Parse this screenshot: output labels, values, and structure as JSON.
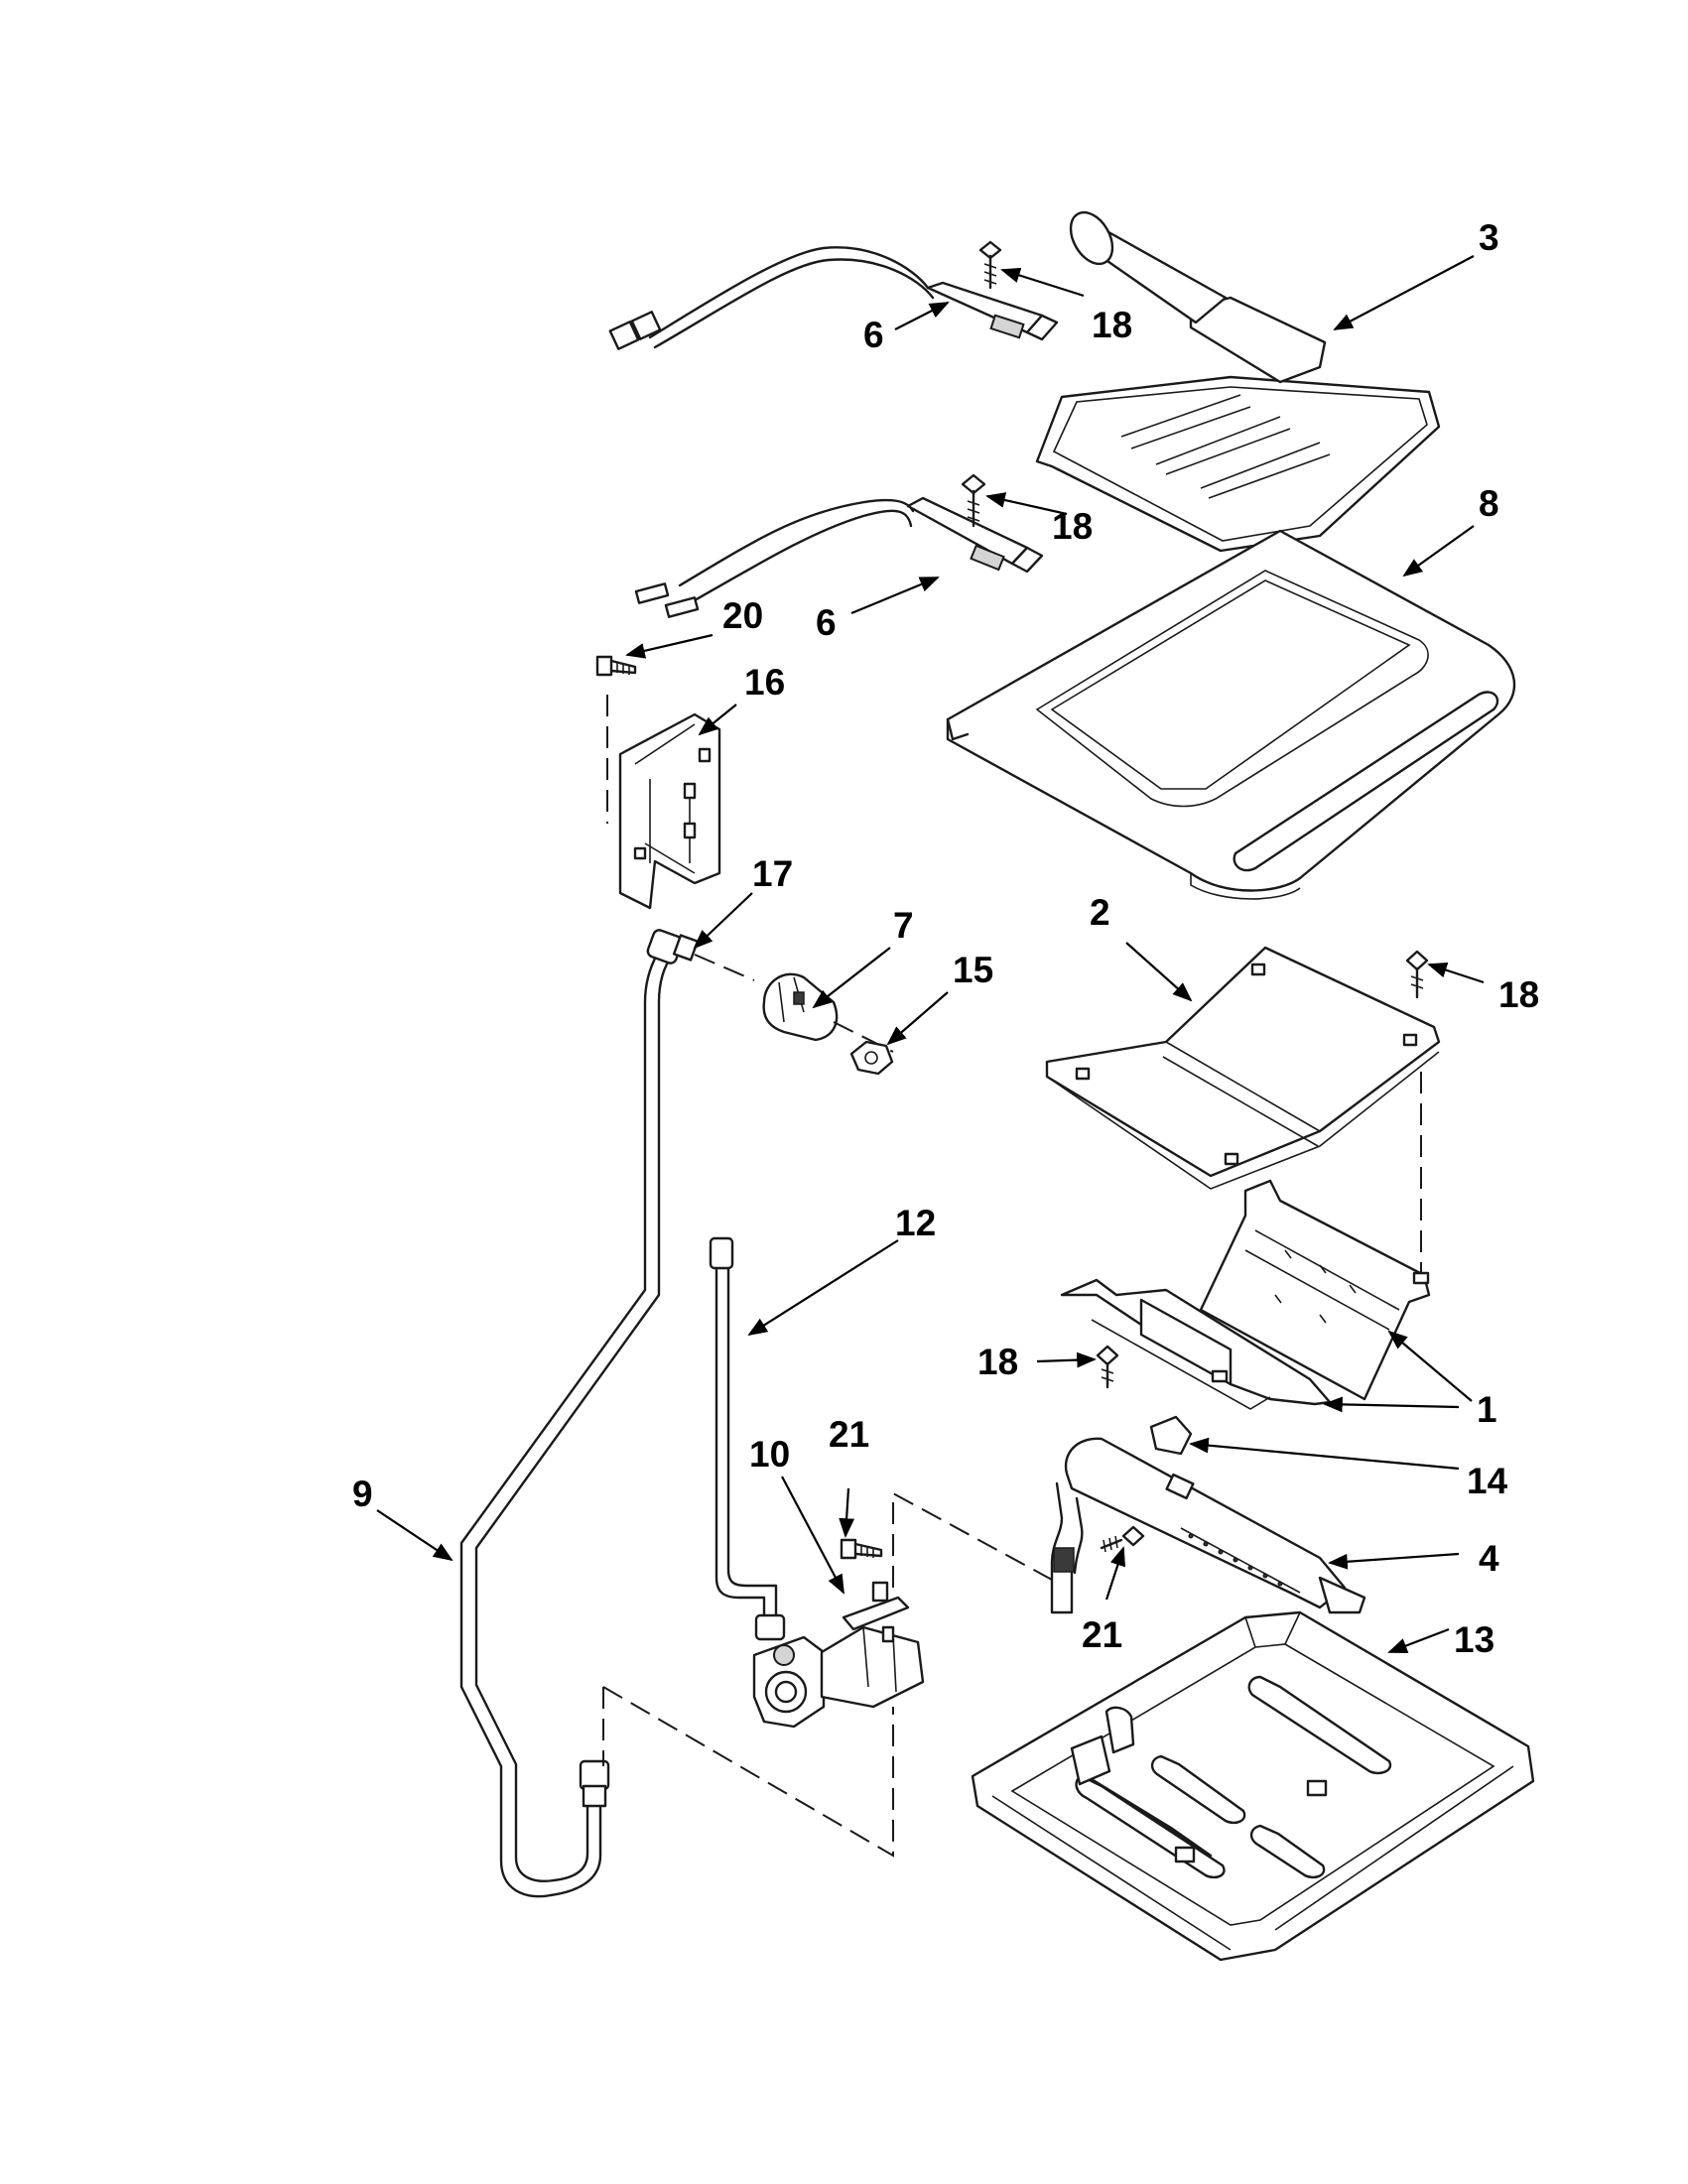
{
  "callouts": {
    "c3": "3",
    "c18a": "18",
    "c6a": "6",
    "c18b": "18",
    "c8": "8",
    "c6b": "6",
    "c20": "20",
    "c16": "16",
    "c17": "17",
    "c7": "7",
    "c15": "15",
    "c2": "2",
    "c18c": "18",
    "c12": "12",
    "c18d": "18",
    "c1": "1",
    "c21a": "21",
    "c10": "10",
    "c14": "14",
    "c9": "9",
    "c4": "4",
    "c21b": "21",
    "c13": "13"
  }
}
